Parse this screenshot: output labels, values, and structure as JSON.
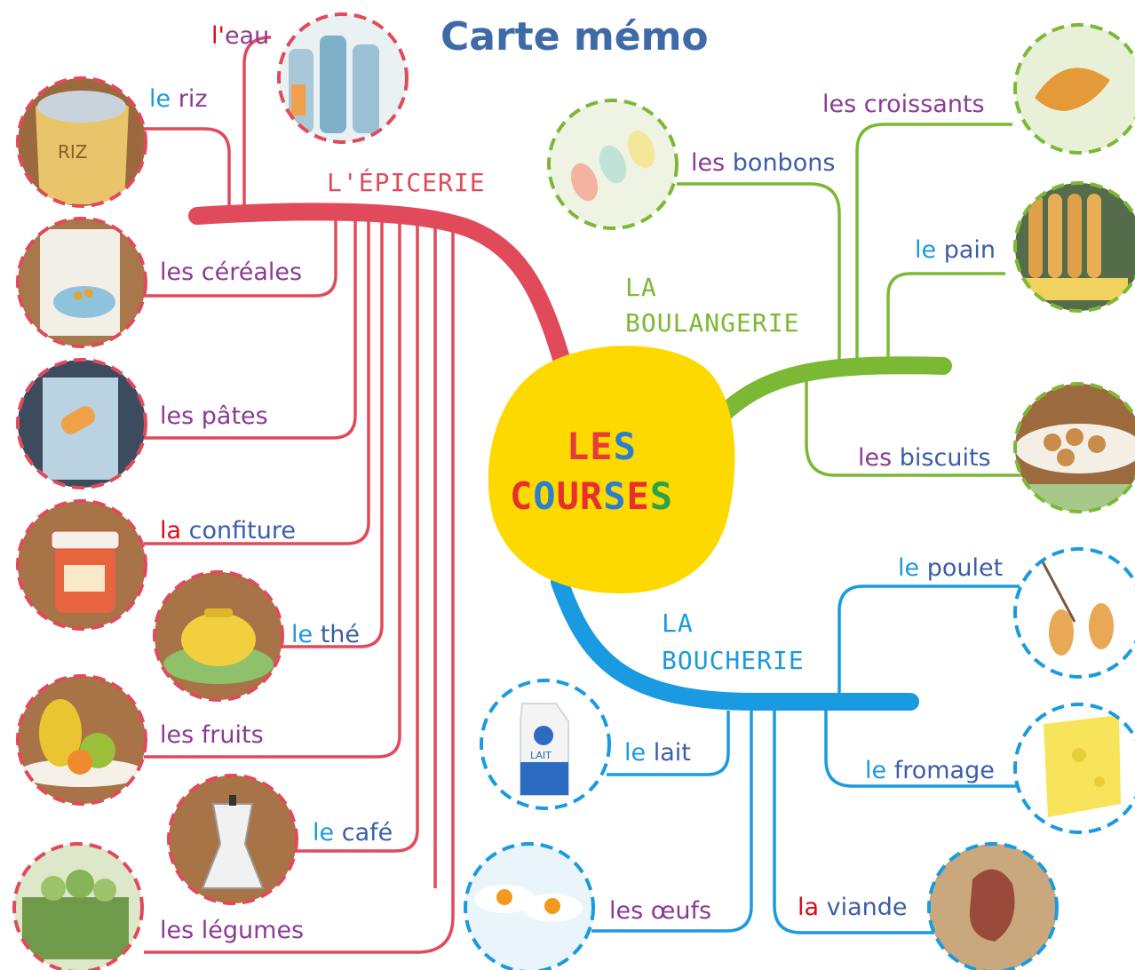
{
  "title": "Carte mémo",
  "center": {
    "line1": [
      "L",
      "E",
      "S"
    ],
    "line2": [
      "C",
      "O",
      "U",
      "R",
      "S",
      "E",
      "S"
    ],
    "letter_colors_1": [
      "#e63b3b",
      "#e63b3b",
      "#2a7fd0"
    ],
    "letter_colors_2": [
      "#e6302f",
      "#2a7fd0",
      "#e6302f",
      "#e6302f",
      "#2a7fd0",
      "#e6302f",
      "#2aa34a"
    ]
  },
  "colors": {
    "epicerie": "#e14a5a",
    "boulangerie": "#7bb935",
    "boucherie": "#1a9ae0",
    "center": "#fdd900",
    "article_red": "#e30613",
    "article_blue": "#1a9ae0",
    "word_purple": "#8a3b94",
    "word_blue": "#3b5ea8"
  },
  "branches": {
    "epicerie": "L'ÉPICERIE",
    "boulangerie_1": "LA",
    "boulangerie_2": "BOULANGERIE",
    "boucherie_1": "LA",
    "boucherie_2": "BOUCHERIE"
  },
  "items": {
    "eau": {
      "article": "l'",
      "word": "eau"
    },
    "riz": {
      "article": "le",
      "word": "riz"
    },
    "cereales": {
      "article": "les",
      "word": "céréales"
    },
    "pates": {
      "article": "les",
      "word": "pâtes"
    },
    "confiture": {
      "article": "la",
      "word": "confiture"
    },
    "the": {
      "article": "le",
      "word": "thé"
    },
    "fruits": {
      "article": "les",
      "word": "fruits"
    },
    "cafe": {
      "article": "le",
      "word": "café"
    },
    "legumes": {
      "article": "les",
      "word": "légumes"
    },
    "bonbons": {
      "article": "les",
      "word": "bonbons"
    },
    "croissants": {
      "article": "les",
      "word": "croissants"
    },
    "pain": {
      "article": "le",
      "word": "pain"
    },
    "biscuits": {
      "article": "les",
      "word": "biscuits"
    },
    "poulet": {
      "article": "le",
      "word": "poulet"
    },
    "fromage": {
      "article": "le",
      "word": "fromage"
    },
    "viande": {
      "article": "la",
      "word": "viande"
    },
    "lait": {
      "article": "le",
      "word": "lait"
    },
    "oeufs": {
      "article": "les",
      "word": "œufs"
    }
  },
  "icons": {
    "riz_tag": "RIZ",
    "lait_tag": "LAIT"
  }
}
